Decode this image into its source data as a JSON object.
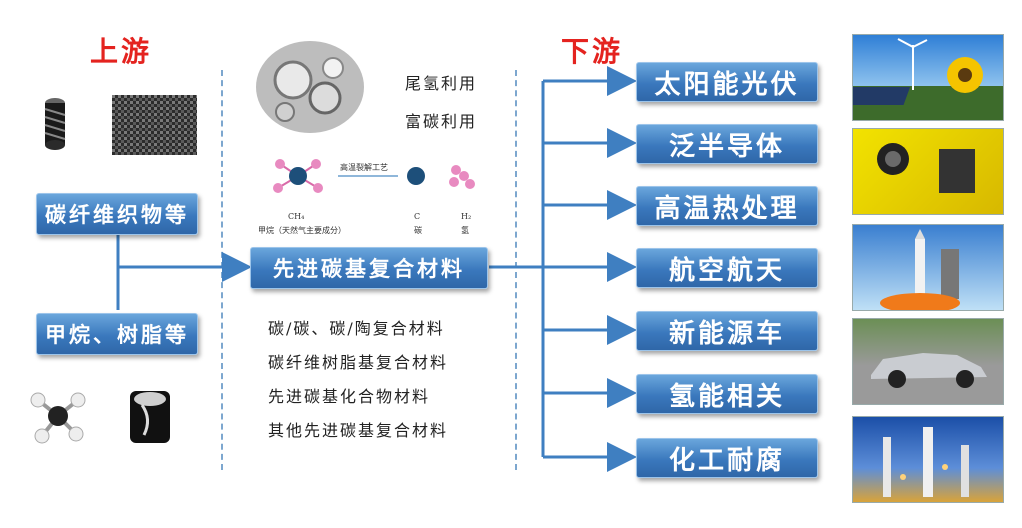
{
  "upstream": {
    "title": "上游",
    "items": [
      "碳纤维织物等",
      "甲烷、树脂等"
    ]
  },
  "center": {
    "uses": [
      "尾氢利用",
      "富碳利用"
    ],
    "reaction": {
      "process": "高温裂解工艺",
      "reactant_formula": "CH₄",
      "reactant_name": "甲烷（天然气主要成分）",
      "product1_symbol": "C",
      "product1_name": "碳",
      "product2_symbol": "H₂",
      "product2_name": "氢"
    },
    "main_product": "先进碳基复合材料",
    "materials": [
      "碳/碳、碳/陶复合材料",
      "碳纤维树脂基复合材料",
      "先进碳基化合物材料",
      "其他先进碳基复合材料"
    ]
  },
  "downstream": {
    "title": "下游",
    "items": [
      "太阳能光伏",
      "泛半导体",
      "高温热处理",
      "航空航天",
      "新能源车",
      "氢能相关",
      "化工耐腐"
    ]
  },
  "colors": {
    "accent_red": "#e4231f",
    "box_blue": "#3a78bd",
    "arrow_blue": "#3f7fc1"
  },
  "icons": [
    "carbon-fiber-spool-icon",
    "carbon-fabric-icon",
    "methane-molecule-icon",
    "resin-bottle-icon",
    "carbon-tube-micrograph-icon"
  ]
}
